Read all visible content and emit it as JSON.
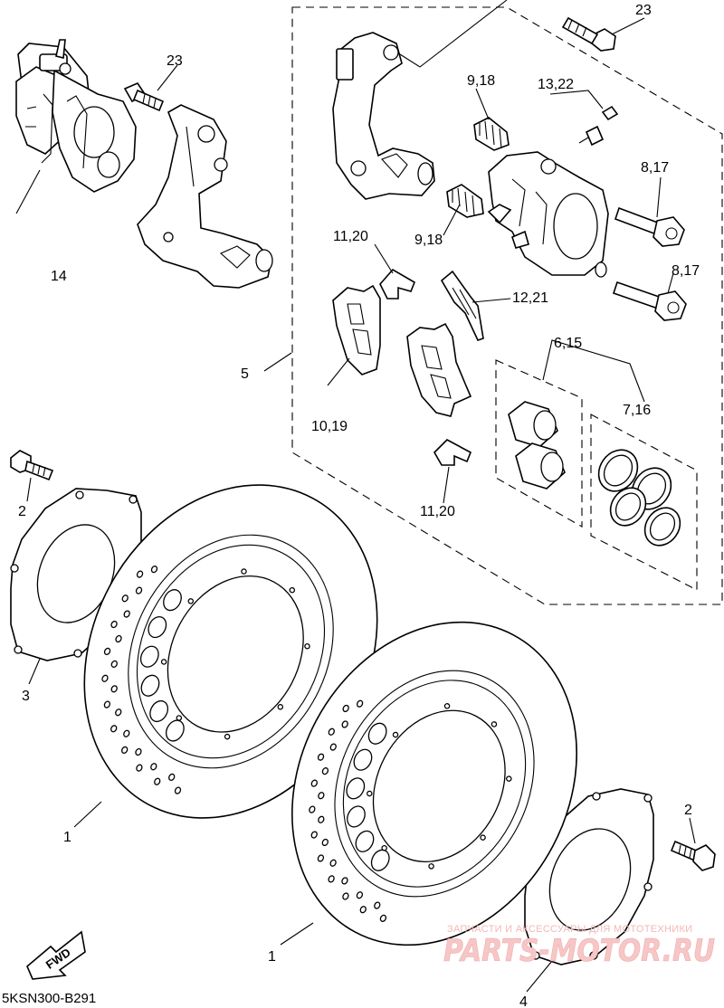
{
  "labels": {
    "l1a": "1",
    "l1b": "1",
    "l2a": "2",
    "l2b": "2",
    "l3": "3",
    "l4": "4",
    "l5": "5",
    "l6": "6,15",
    "l7": "7,16",
    "l8a": "8,17",
    "l8b": "8,17",
    "l9a": "9,18",
    "l9b": "9,18",
    "l10": "10,19",
    "l11a": "11,20",
    "l11b": "11,20",
    "l12": "12,21",
    "l13": "13,22",
    "l14": "14",
    "l23a": "23",
    "l23b": "23"
  },
  "direction_badge": "FWD",
  "diagram_code": "5KSN300-B291",
  "watermark": {
    "tagline": "ЗАПЧАСТИ И АКСЕССУАРЫ ДЛЯ МОТОТЕХНИКИ",
    "brand": "PARTS-MOTOR.RU"
  },
  "colors": {
    "line": "#000000",
    "background": "#ffffff",
    "watermark": "#f3b8b8"
  }
}
